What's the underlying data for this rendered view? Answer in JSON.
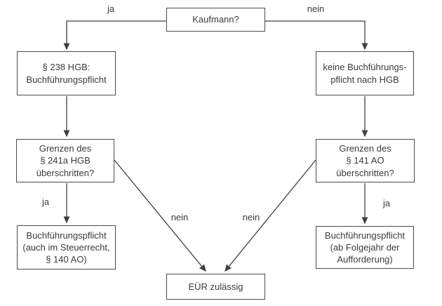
{
  "diagram": {
    "nodes": {
      "kaufmann": {
        "label": "Kaufmann?"
      },
      "hgb_pflicht": {
        "label": "§ 238 HGB:\nBuchführungspflicht"
      },
      "keine_pflicht": {
        "label": "keine Buchführungs-\npflicht nach HGB"
      },
      "grenzen_hgb": {
        "label": "Grenzen des\n§ 241a HGB\nüberschritten?"
      },
      "grenzen_ao": {
        "label": "Grenzen des\n§ 141 AO\nüberschritten?"
      },
      "pflicht_steuerrecht": {
        "label": "Buchführungspflicht\n(auch im Steuerrecht,\n§ 140 AO)"
      },
      "pflicht_folgejahr": {
        "label": "Buchführungspflicht\n(ab Folgejahr der\nAufforderung)"
      },
      "euer_zulaessig": {
        "label": "EÜR zulässig"
      }
    },
    "edge_labels": {
      "kaufmann_ja": "ja",
      "kaufmann_nein": "nein",
      "grenzen_hgb_ja": "ja",
      "grenzen_hgb_nein": "nein",
      "grenzen_ao_ja": "ja",
      "grenzen_ao_nein": "nein"
    },
    "colors": {
      "background": "#ffffff",
      "line": "#404040",
      "box_border": "#4b4b4b",
      "box_fill": "#ffffff",
      "text": "#3b3b3b"
    }
  }
}
